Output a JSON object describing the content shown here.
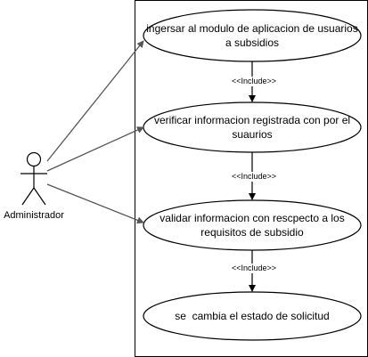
{
  "actor": {
    "name": "Administrador"
  },
  "use_cases": [
    {
      "line1": "ingersar al modulo de aplicacion de usuarios",
      "line2": "a subsidios"
    },
    {
      "line1": "verificar informacion registrada con por el",
      "line2": "suaurios"
    },
    {
      "line1": "validar informacion con rescpecto a los",
      "line2": "requisitos de subsidio"
    },
    {
      "line1": "se  cambia el estado de solicitud",
      "line2": ""
    }
  ],
  "relations": [
    {
      "label": "<<Include>>"
    },
    {
      "label": "<<Include>>"
    },
    {
      "label": "<<Include>>"
    }
  ],
  "colors": {
    "stroke": "#000000",
    "association": "#555555",
    "background": "#ffffff"
  }
}
